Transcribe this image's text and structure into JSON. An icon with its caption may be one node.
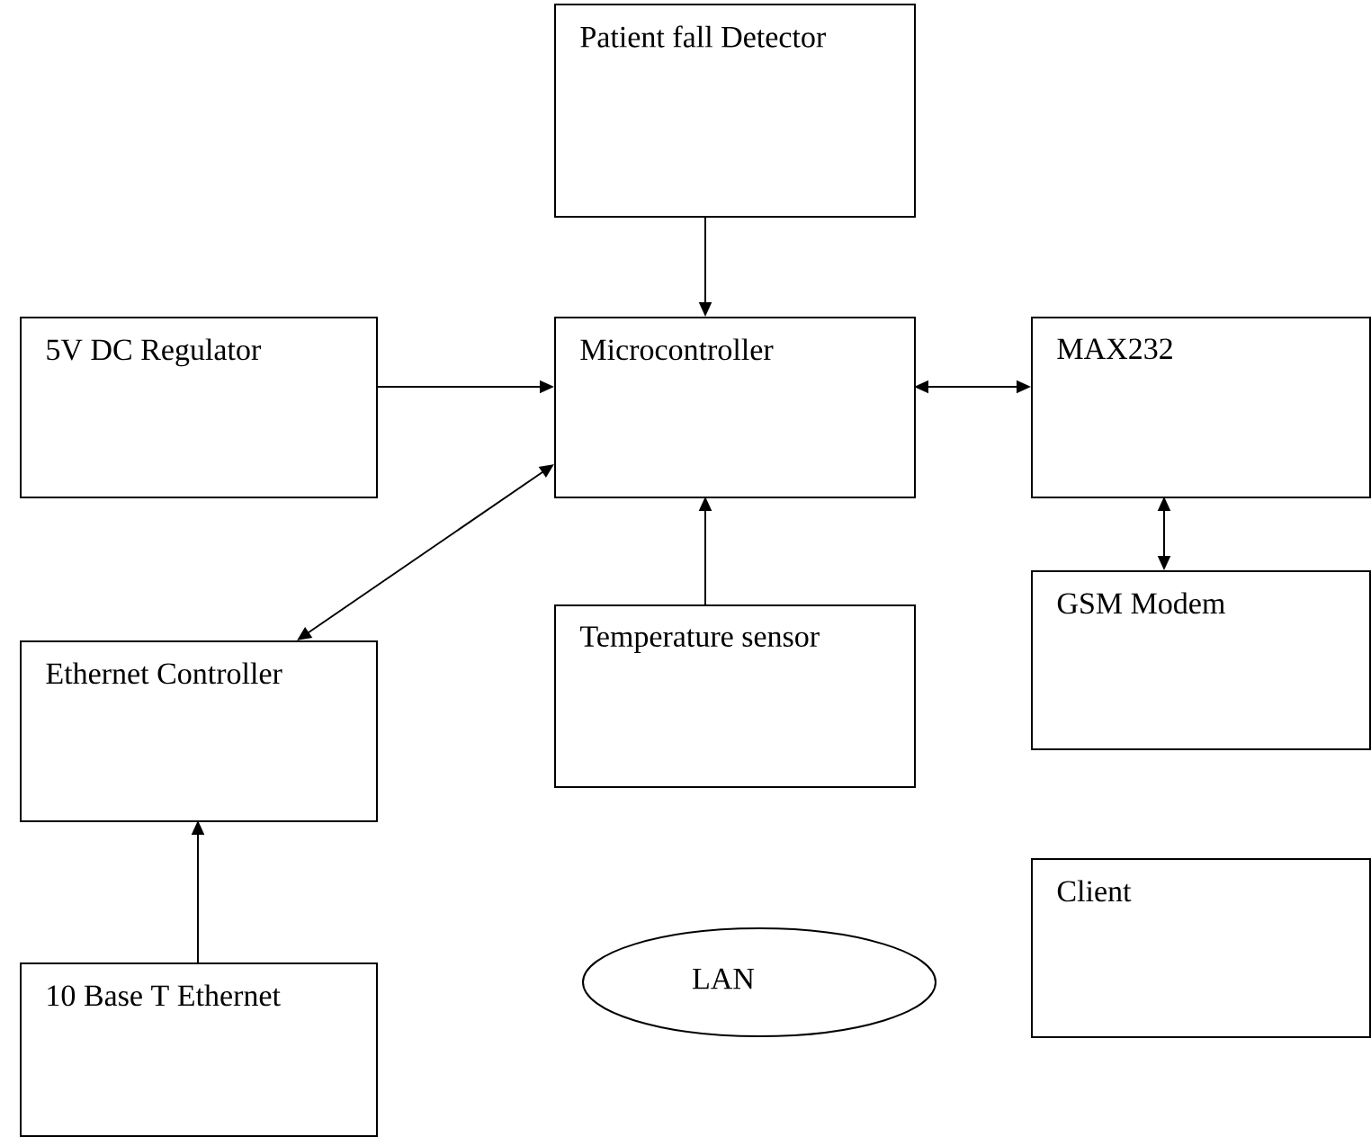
{
  "diagram": {
    "nodes": [
      {
        "text": [
          "Patient fall Detector"
        ]
      },
      {
        "text": [
          "5V DC Regulator"
        ]
      },
      {
        "text": [
          "Microcontroller"
        ]
      },
      {
        "text": [
          "MAX232"
        ]
      },
      {
        "text": [
          "Ethernet Controller"
        ]
      },
      {
        "text": [
          "Temperature sensor"
        ]
      },
      {
        "text": [
          "GSM Modem"
        ]
      },
      {
        "text": [
          "10 Base T Ethernet"
        ]
      },
      {
        "text": [
          "LAN"
        ]
      },
      {
        "text": [
          "Client"
        ]
      }
    ],
    "edges": [
      {
        "from": 0,
        "to": 2,
        "arrow": "to"
      },
      {
        "from": 1,
        "to": 2,
        "arrow": "to"
      },
      {
        "from": 2,
        "to": 3,
        "arrow": "both"
      },
      {
        "from": 3,
        "to": 6,
        "arrow": "both"
      },
      {
        "from": 4,
        "to": 2,
        "arrow": "both"
      },
      {
        "from": 5,
        "to": 2,
        "arrow": "to"
      },
      {
        "from": 7,
        "to": 4,
        "arrow": "to"
      }
    ]
  }
}
